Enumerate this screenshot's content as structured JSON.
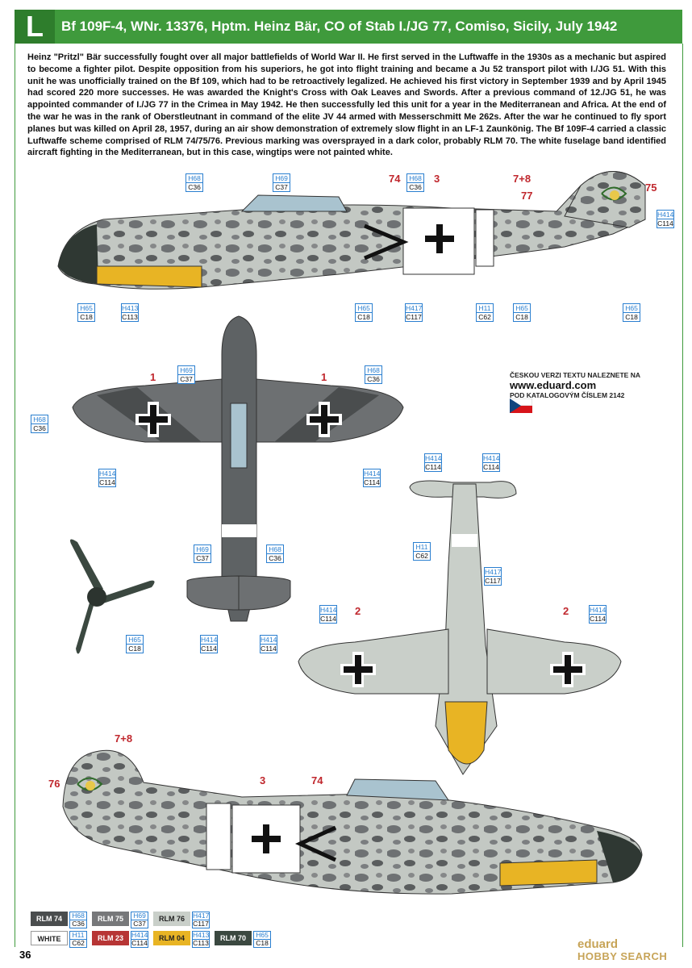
{
  "header": {
    "letter": "L",
    "title": "Bf 109F-4, WNr. 13376, Hptm. Heinz Bär, CO of Stab I./JG 77, Comiso, Sicily, July 1942"
  },
  "description": "Heinz \"Pritzl\" Bär successfully fought over all major battlefields of World War II. He first served in the Luftwaffe in the 1930s as a mechanic but aspired to become a fighter pilot. Despite opposition from his superiors, he got into flight training and became a Ju 52 transport pilot with I./JG 51. With this unit he was unofficially trained on the Bf 109, which had to be retroactively legalized. He achieved his first victory in September 1939 and by April 1945 had scored 220 more successes. He was awarded the Knight's Cross with Oak Leaves and Swords. After a previous command of 12./JG 51, he was appointed commander of I./JG 77 in the Crimea in May 1942. He then successfully led this unit for a year in the Mediterranean and Africa. At the end of the war he was in the rank of Oberstleutnant in command of the elite JV 44 armed with Messerschmitt Me 262s. After the war he continued to fly sport planes but was killed on April 28, 1957, during an air show demonstration of extremely slow flight in an LF-1 Zaunkönig. The Bf 109F-4 carried a classic Luftwaffe scheme comprised of RLM 74/75/76. Previous marking was oversprayed in a dark color, probably RLM 70. The white fuselage band identified aircraft fighting in the Mediterranean, but in this case, wingtips were not painted white.",
  "czech_note": {
    "line1": "ČESKOU VERZI TEXTU NALEZNETE NA",
    "url": "www.eduard.com",
    "line2": "POD KATALOGOVÝM ČÍSLEM 2142"
  },
  "callouts": [
    {
      "h": "H68",
      "c": "C36"
    },
    {
      "h": "H69",
      "c": "C37"
    },
    {
      "h": "H68",
      "c": "C36"
    },
    {
      "h": "H65",
      "c": "C18"
    },
    {
      "h": "H413",
      "c": "C113"
    },
    {
      "h": "H65",
      "c": "C18"
    },
    {
      "h": "H417",
      "c": "C117"
    },
    {
      "h": "H11",
      "c": "C62"
    },
    {
      "h": "H65",
      "c": "C18"
    },
    {
      "h": "H65",
      "c": "C18"
    },
    {
      "h": "H414",
      "c": "C114"
    },
    {
      "h": "H69",
      "c": "C37"
    },
    {
      "h": "H68",
      "c": "C36"
    },
    {
      "h": "H68",
      "c": "C36"
    },
    {
      "h": "H414",
      "c": "C114"
    },
    {
      "h": "H414",
      "c": "C114"
    },
    {
      "h": "H69",
      "c": "C37"
    },
    {
      "h": "H68",
      "c": "C36"
    },
    {
      "h": "H65",
      "c": "C18"
    },
    {
      "h": "H414",
      "c": "C114"
    },
    {
      "h": "H414",
      "c": "C114"
    },
    {
      "h": "H414",
      "c": "C114"
    },
    {
      "h": "H414",
      "c": "C114"
    },
    {
      "h": "H11",
      "c": "C62"
    },
    {
      "h": "H417",
      "c": "C117"
    },
    {
      "h": "H414",
      "c": "C114"
    },
    {
      "h": "H414",
      "c": "C114"
    }
  ],
  "markings": [
    "74",
    "3",
    "7+8",
    "77",
    "75",
    "1",
    "1",
    "2",
    "2",
    "7+8",
    "76",
    "3",
    "74"
  ],
  "legend": [
    {
      "name": "RLM 74",
      "h": "H68",
      "c": "C36",
      "color": "#4a4d4e",
      "text_color": "#ffffff"
    },
    {
      "name": "RLM 75",
      "h": "H69",
      "c": "C37",
      "color": "#77787a",
      "text_color": "#ffffff"
    },
    {
      "name": "RLM 76",
      "h": "H417",
      "c": "C117",
      "color": "#c9cfc9",
      "text_color": "#222222"
    },
    {
      "name": "WHITE",
      "h": "H11",
      "c": "C62",
      "color": "#ffffff",
      "text_color": "#222222"
    },
    {
      "name": "RLM 23",
      "h": "H414",
      "c": "C114",
      "color": "#b73535",
      "text_color": "#ffffff"
    },
    {
      "name": "RLM 04",
      "h": "H413",
      "c": "C113",
      "color": "#e8b424",
      "text_color": "#222222"
    },
    {
      "name": "RLM 70",
      "h": "H65",
      "c": "C18",
      "color": "#3b4840",
      "text_color": "#ffffff"
    }
  ],
  "page_number": "36",
  "brand": "eduard",
  "watermark": "HOBBY SEARCH",
  "colors": {
    "header_green": "#3f9a3c",
    "callout_blue": "#2a7fd0",
    "marking_red": "#c0272d"
  }
}
